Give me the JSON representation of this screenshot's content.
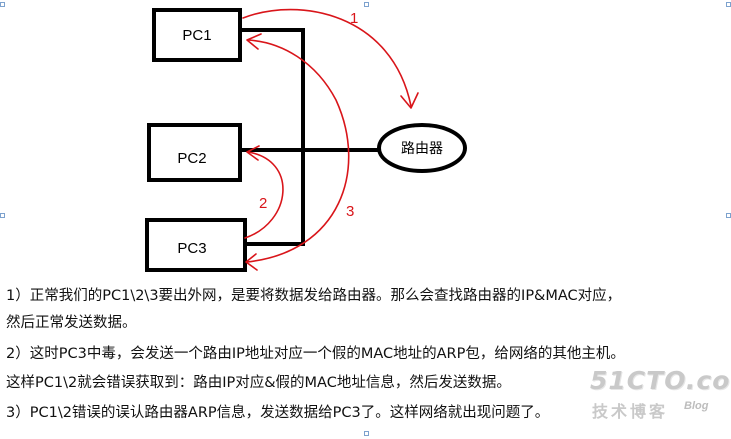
{
  "diagram": {
    "nodes": {
      "pc1": "PC1",
      "pc2": "PC2",
      "pc3": "PC3",
      "router": "路由器"
    },
    "arrow_labels": {
      "a1": "1",
      "a2": "2",
      "a3": "3"
    },
    "colors": {
      "line": "#000000",
      "arrow": "#d9151a",
      "watermark": "#c9c9c9"
    }
  },
  "captions": [
    "1）正常我们的PC1\\2\\3要出外网，是要将数据发给路由器。那么会查找路由器的IP&MAC对应，",
    "然后正常发送数据。",
    "2）这时PC3中毒，会发送一个路由IP地址对应一个假的MAC地址的ARP包，给网络的其他主机。",
    "这样PC1\\2就会错误获取到：路由IP对应&假的MAC地址信息，然后发送数据。",
    "3）PC1\\2错误的误认路由器ARP信息，发送数据给PC3了。这样网络就出现问题了。"
  ],
  "watermark": {
    "main": "51CTO.com",
    "sub": "技术博客",
    "blog": "Blog"
  }
}
